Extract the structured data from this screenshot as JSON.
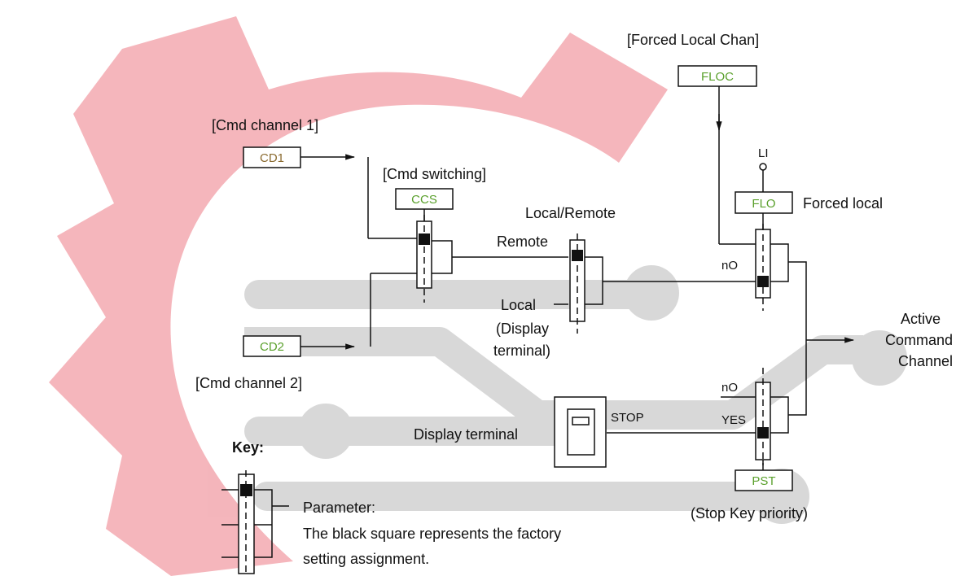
{
  "labels": {
    "forced_local_chan": "[Forced Local Chan]",
    "cmd_channel_1": "[Cmd channel 1]",
    "cmd_switching": "[Cmd switching]",
    "cmd_channel_2": "[Cmd channel 2]",
    "local_remote": "Local/Remote",
    "remote": "Remote",
    "local": "Local",
    "display_terminal_paren_1": "(Display",
    "display_terminal_paren_2": "terminal)",
    "li": "LI",
    "forced_local": "Forced local",
    "no_upper": "nO",
    "no_lower": "nO",
    "yes": "YES",
    "stop": "STOP",
    "active_1": "Active",
    "active_2": "Command",
    "active_3": "Channel",
    "display_terminal": "Display terminal",
    "stop_key_priority": "(Stop Key priority)"
  },
  "params": {
    "floc": "FLOC",
    "cd1": "CD1",
    "ccs": "CCS",
    "cd2": "CD2",
    "flo": "FLO",
    "pst": "PST"
  },
  "key": {
    "title": "Key:",
    "line1": "Parameter:",
    "line2": "The black square represents the factory",
    "line3": "setting assignment."
  },
  "colors": {
    "watermark_red": "#f2b3b8",
    "watermark_grey": "#d9d9d9",
    "param_text": "#5aa02c",
    "cd_text": "#8a6a2f"
  }
}
